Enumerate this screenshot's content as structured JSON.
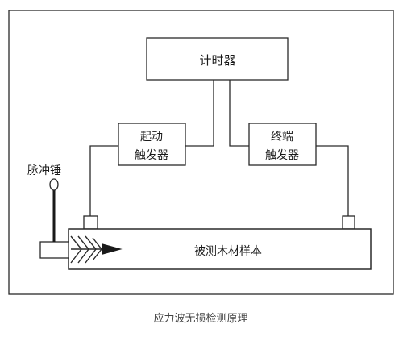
{
  "diagram": {
    "timer_label": "计时器",
    "start_trigger_label": [
      "起动",
      "触发器"
    ],
    "end_trigger_label": [
      "终端",
      "触发器"
    ],
    "hammer_label": "脉冲锤",
    "sample_label": "被测木材样本",
    "caption": "应力波无损检测原理"
  }
}
